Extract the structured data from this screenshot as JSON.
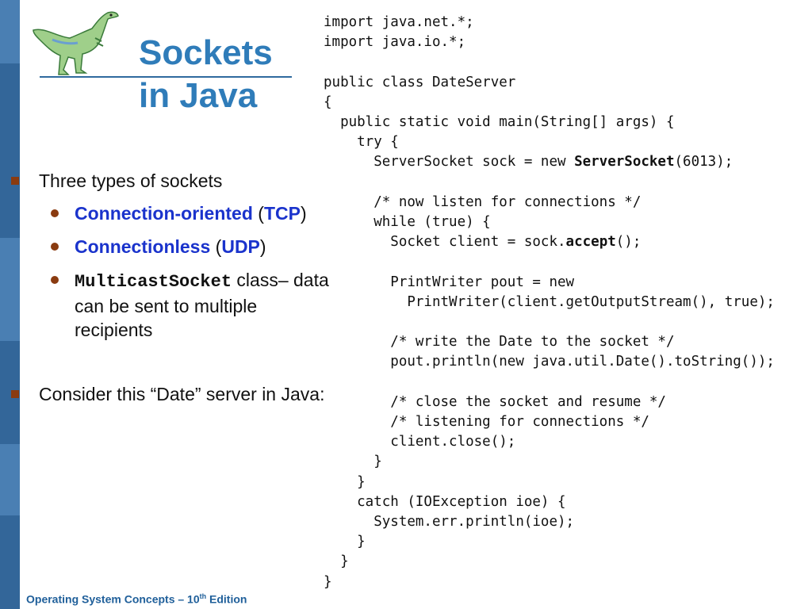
{
  "title": {
    "line1": "Sockets",
    "line2": "in Java"
  },
  "bullets": {
    "b1": "Three types of sockets",
    "sub": [
      {
        "strong": "Connection-oriented",
        "paren_open": " (",
        "strong2": "TCP",
        "paren_close": ")"
      },
      {
        "strong": "Connectionless",
        "paren_open": " (",
        "strong2": "UDP",
        "paren_close": ")"
      },
      {
        "mono": "MulticastSocket",
        "rest": " class– data can be sent to multiple recipients"
      }
    ],
    "b2": "Consider this “Date” server in Java:"
  },
  "code": {
    "l1": "import java.net.*;",
    "l2": "import java.io.*;",
    "l3": "",
    "l4": "public class DateServer",
    "l5": "{",
    "l6": "  public static void main(String[] args) {",
    "l7": "    try {",
    "l8a": "      ServerSocket sock = new ",
    "l8b": "ServerSocket",
    "l8c": "(6013);",
    "l9": "",
    "l10": "      /* now listen for connections */",
    "l11": "      while (true) {",
    "l12a": "        Socket client = sock.",
    "l12b": "accept",
    "l12c": "();",
    "l13": "",
    "l14": "        PrintWriter pout = new",
    "l15": "          PrintWriter(client.getOutputStream(), true);",
    "l16": "",
    "l17": "        /* write the Date to the socket */",
    "l18": "        pout.println(new java.util.Date().toString());",
    "l19": "",
    "l20": "        /* close the socket and resume */",
    "l21": "        /* listening for connections */",
    "l22": "        client.close();",
    "l23": "      }",
    "l24": "    }",
    "l25": "    catch (IOException ioe) {",
    "l26": "      System.err.println(ioe);",
    "l27": "    }",
    "l28": "  }",
    "l29": "}"
  },
  "footer": {
    "text": "Operating System Concepts – 10",
    "sup": "th",
    "text2": " Edition"
  },
  "colors": {
    "title": "#2f7cb9",
    "bar": "#336699",
    "bullet": "#8a3b10",
    "emphasis": "#1a33cc"
  }
}
